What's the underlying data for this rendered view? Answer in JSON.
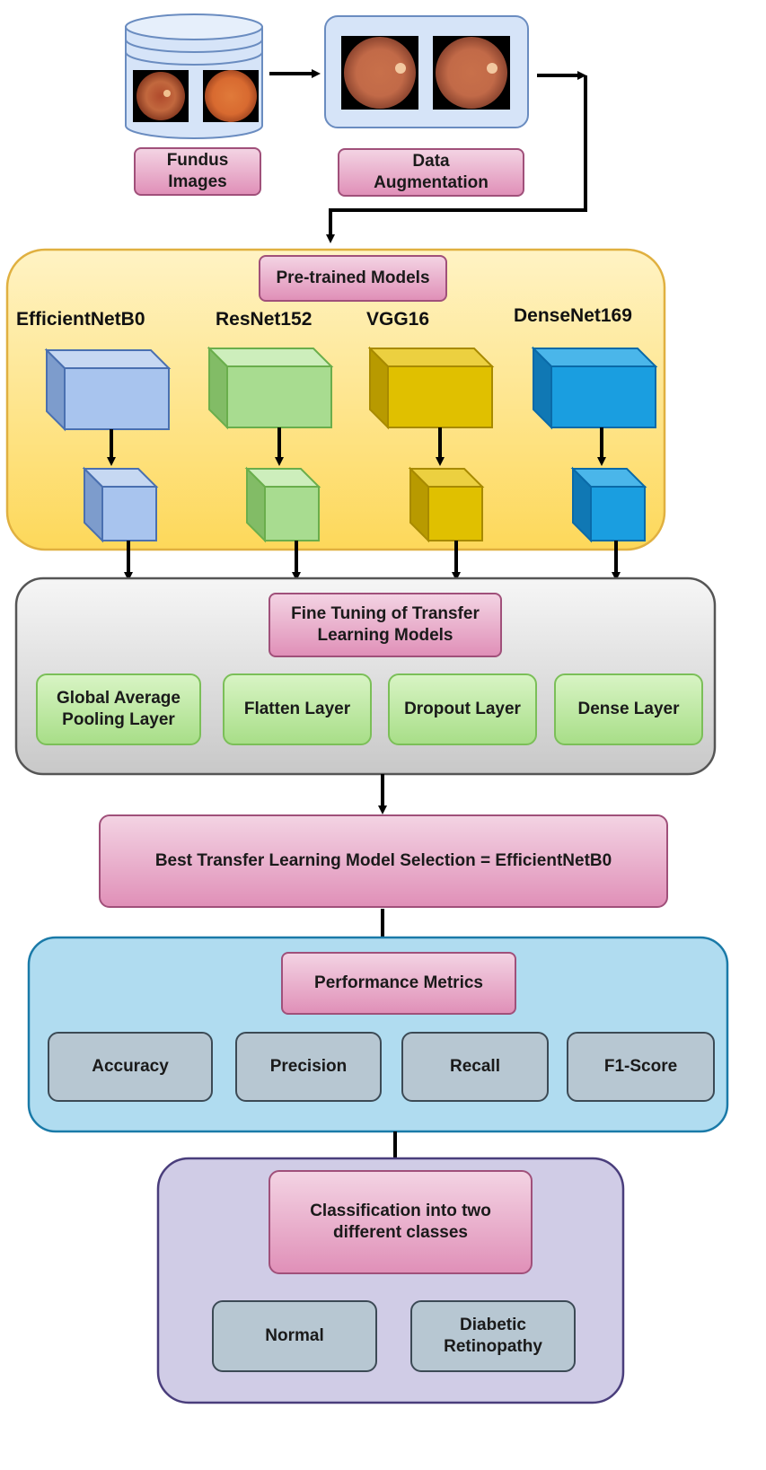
{
  "input": {
    "label": "Fundus Images"
  },
  "augmentation": {
    "label": "Data Augmentation"
  },
  "pretrained": {
    "title": "Pre-trained Models",
    "models": [
      {
        "name": "EfficientNetB0",
        "color": "#a8c4ee"
      },
      {
        "name": "ResNet152",
        "color": "#a8dc90"
      },
      {
        "name": "VGG16",
        "color": "#e0c000"
      },
      {
        "name": "DenseNet169",
        "color": "#1a9ee0"
      }
    ]
  },
  "finetune": {
    "title": "Fine Tuning of Transfer Learning Models",
    "layers": [
      "Global Average Pooling Layer",
      "Flatten Layer",
      "Dropout Layer",
      "Dense Layer"
    ]
  },
  "selection": {
    "label": "Best Transfer Learning Model Selection = EfficientNetB0"
  },
  "metrics": {
    "title": "Performance Metrics",
    "items": [
      "Accuracy",
      "Precision",
      "Recall",
      "F1-Score"
    ]
  },
  "classification": {
    "title": "Classification into two different classes",
    "classes": [
      "Normal",
      "Diabetic Retinopathy"
    ]
  },
  "colors": {
    "pretrained_bg": "#fde58a",
    "finetune_bg": "#dcdcdc",
    "metrics_bg": "#b0dcf0",
    "classification_bg": "#d0cce6"
  }
}
